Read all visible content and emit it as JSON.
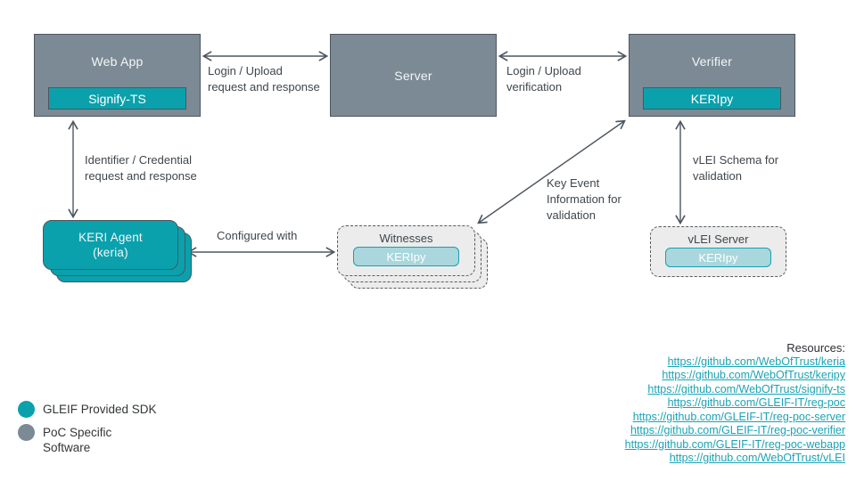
{
  "diagram": {
    "nodes": {
      "web_app": {
        "title": "Web App",
        "sdk": "Signify-TS"
      },
      "server": {
        "title": "Server"
      },
      "verifier": {
        "title": "Verifier",
        "sdk": "KERIpy"
      },
      "keri_agent": {
        "title": "KERI Agent\n(keria)"
      },
      "witnesses": {
        "title": "Witnesses",
        "sdk": "KERIpy"
      },
      "vlei_server": {
        "title": "vLEI Server",
        "sdk": "KERIpy"
      }
    },
    "edges": {
      "webapp_server": "Login / Upload\nrequest and response",
      "server_verifier": "Login / Upload\nverification",
      "webapp_keria": "Identifier / Credential\nrequest and response",
      "keria_witnesses": "Configured with",
      "verifier_witnesses": "Key Event\nInformation for\nvalidation",
      "verifier_vlei": "vLEI Schema for\nvalidation"
    }
  },
  "legend": {
    "items": [
      {
        "label": "GLEIF Provided SDK",
        "color": "#0aa1ad"
      },
      {
        "label": "PoC Specific\nSoftware",
        "color": "#7b8a94"
      }
    ]
  },
  "resources": {
    "title": "Resources:",
    "links": [
      "https://github.com/WebOfTrust/keria",
      "https://github.com/WebOfTrust/keripy",
      "https://github.com/WebOfTrust/signify-ts",
      "https://github.com/GLEIF-IT/reg-poc",
      "https://github.com/GLEIF-IT/reg-poc-server",
      "https://github.com/GLEIF-IT/reg-poc-verifier",
      "https://github.com/GLEIF-IT/reg-poc-webapp",
      "https://github.com/WebOfTrust/vLEI"
    ]
  },
  "colors": {
    "teal": "#0aa1ad",
    "slate": "#7b8a94",
    "border_dark": "#4d565f",
    "light_teal_fill": "#a9d7dd",
    "dashed_fill": "#ececec",
    "link": "#1ba3b5",
    "text_dark": "#3f464c"
  }
}
